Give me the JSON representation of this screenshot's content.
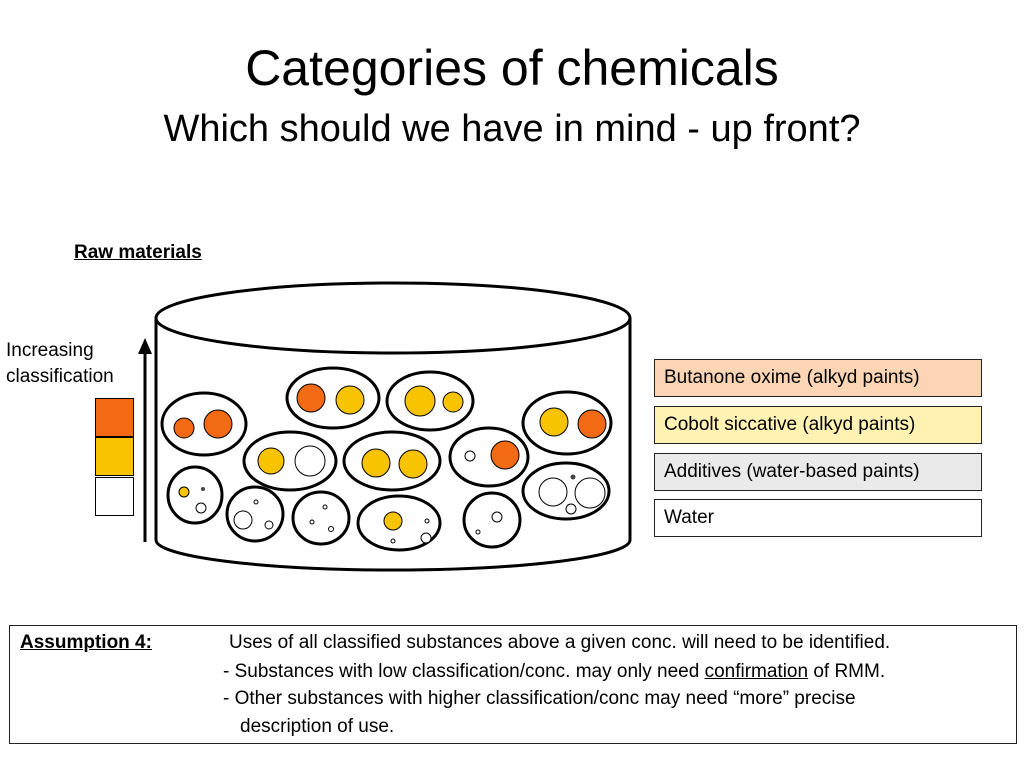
{
  "title": "Categories of chemicals",
  "subtitle": "Which should we have in mind - up front?",
  "raw_materials_label": "Raw materials",
  "axis_label_line1": "Increasing",
  "axis_label_line2": "classification",
  "colors": {
    "high": "#f26a13",
    "medium": "#f8c300",
    "low": "#ffffff",
    "legend_high_bg": "#fcd5b5",
    "legend_medium_bg": "#fff2b3",
    "legend_low_bg": "#eaeaea",
    "legend_water_bg": "#ffffff"
  },
  "legend": [
    {
      "label": "Butanone oxime (alkyd paints)",
      "level": "high"
    },
    {
      "label": "Cobolt siccative (alkyd paints)",
      "level": "medium"
    },
    {
      "label": "Additives (water-based paints)",
      "level": "low"
    },
    {
      "label": "Water",
      "level": "water"
    }
  ],
  "assumption": {
    "heading": "Assumption 4:",
    "line1": "Uses of all classified substances above a given conc. will need to be identified.",
    "line2_pre": "- Substances with low classification/conc. may only need ",
    "line2_underlined": "confirmation",
    "line2_post": " of RMM.",
    "line3": "- Other substances with higher classification/conc may need “more”  precise",
    "line4": "description of use."
  }
}
